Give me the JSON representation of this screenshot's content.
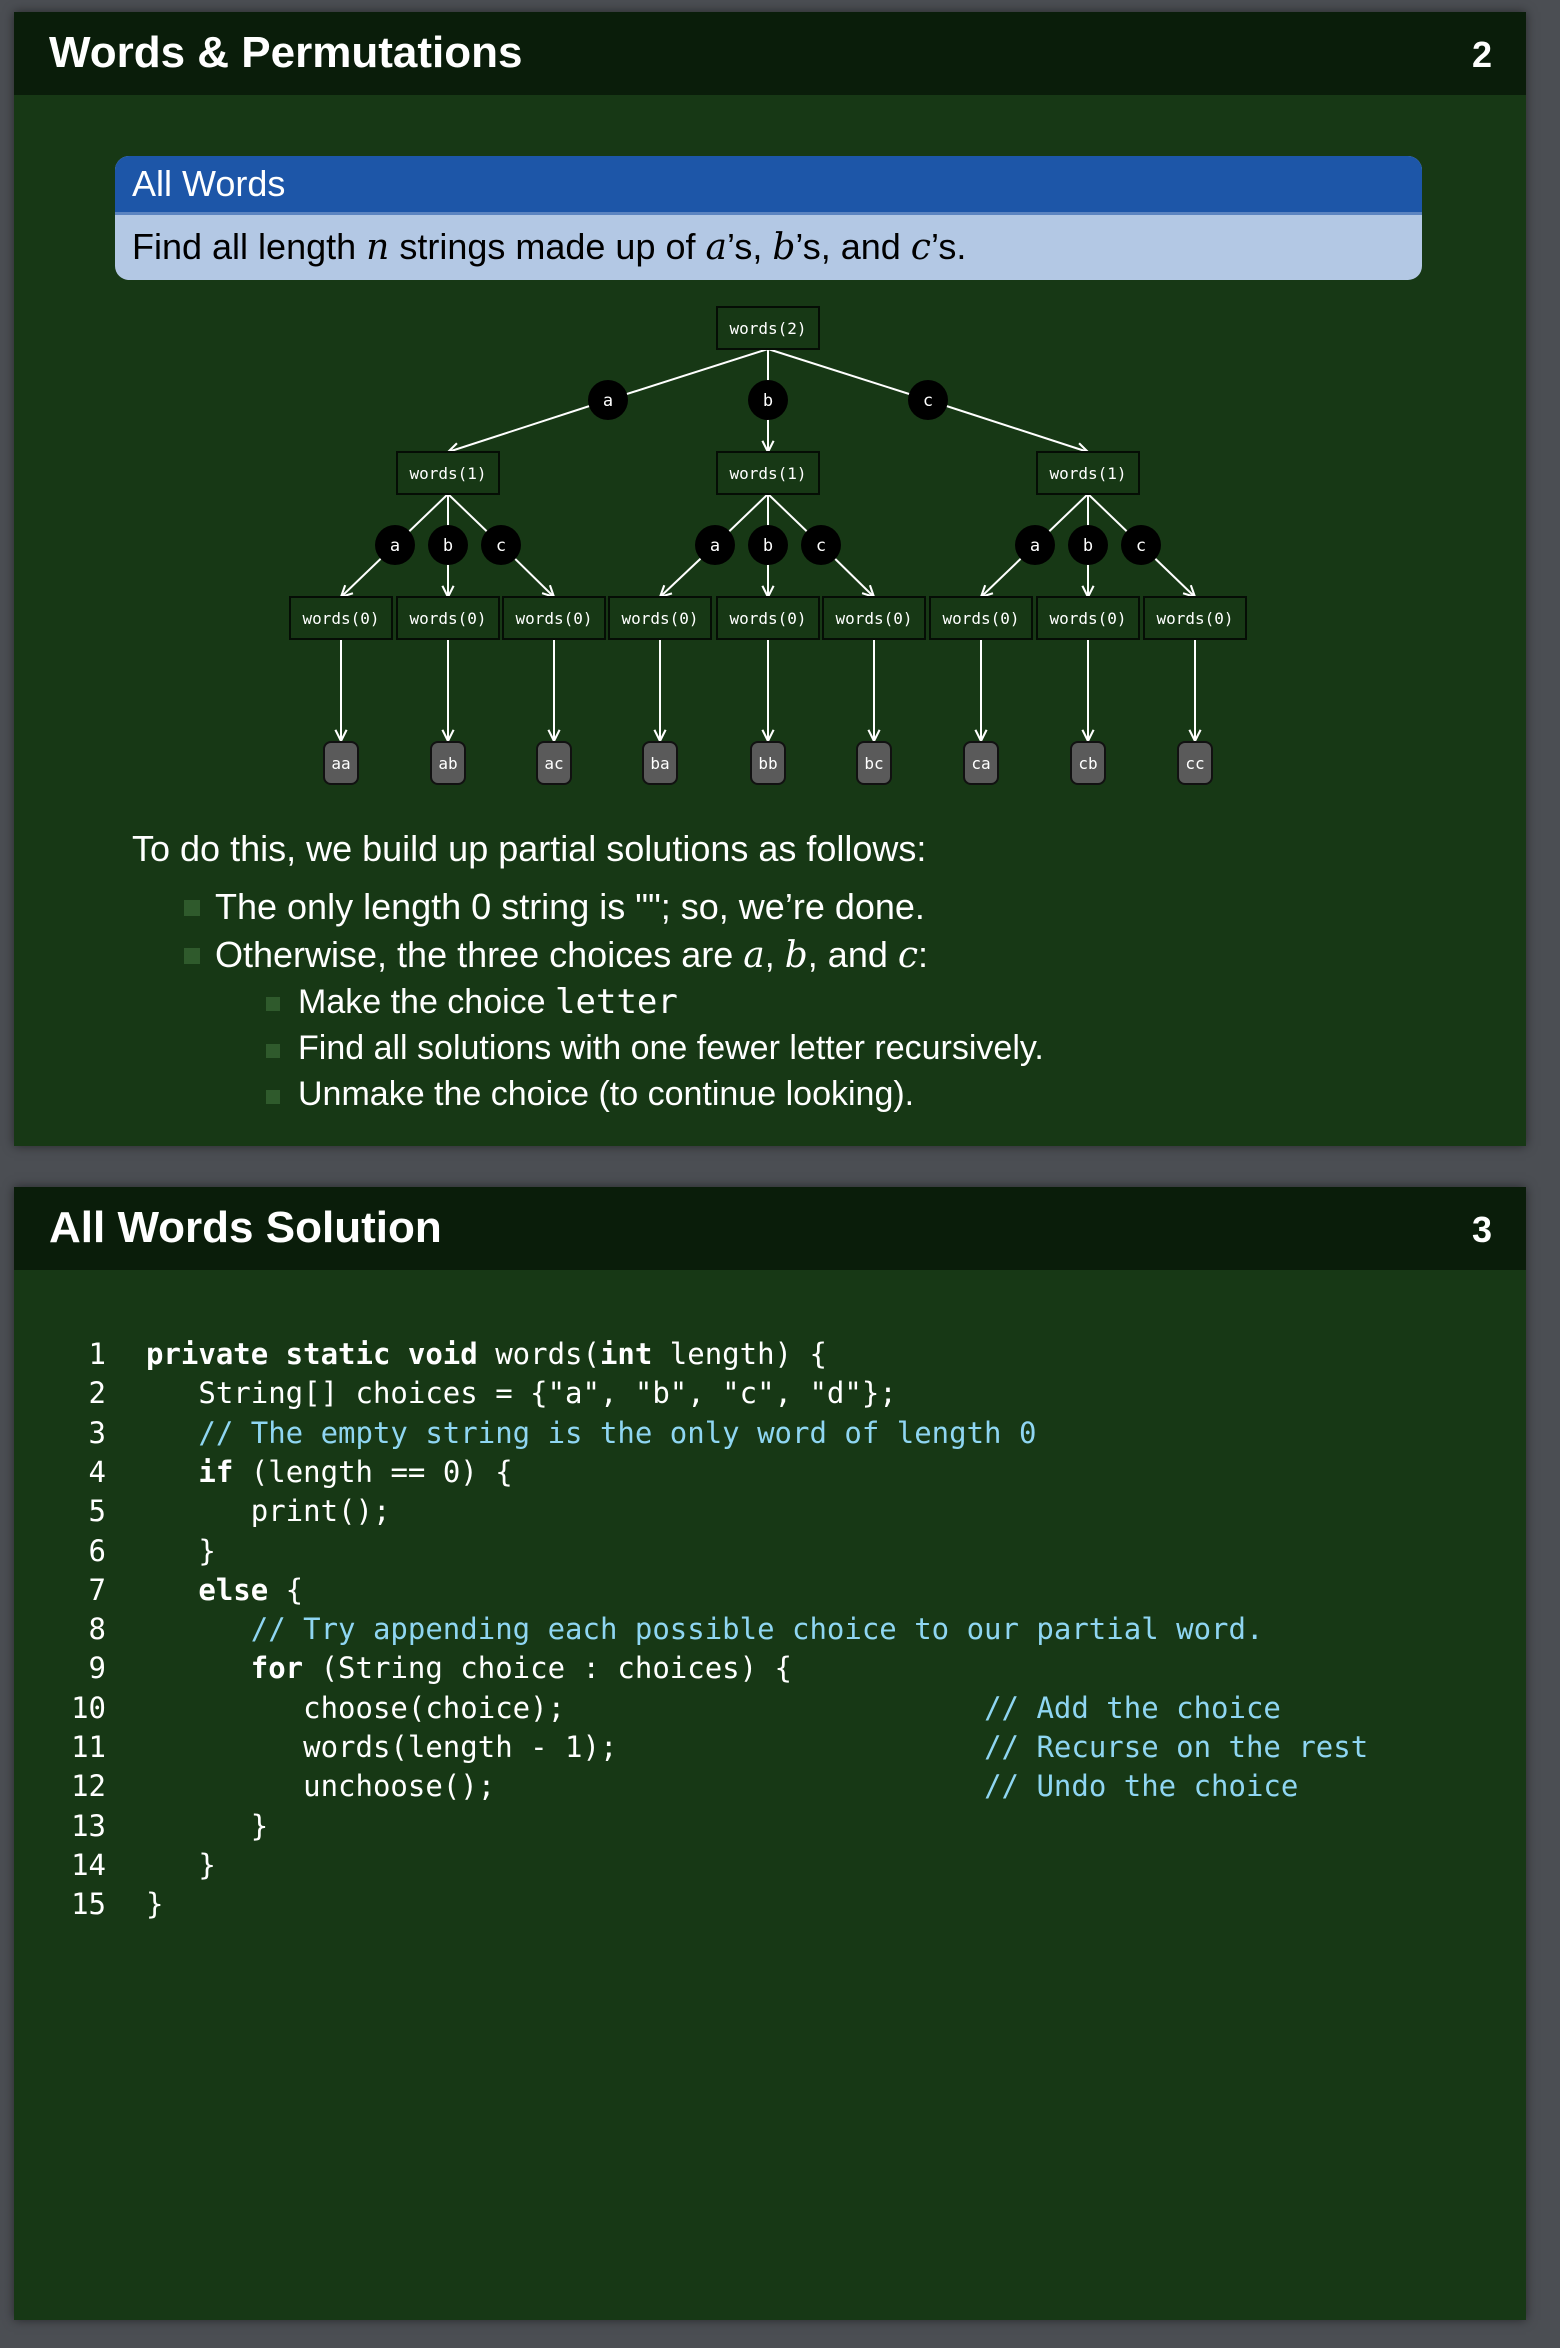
{
  "slide1": {
    "title": "Words & Permutations",
    "number": "2",
    "block": {
      "title": "All Words",
      "body": [
        [
          "t",
          "Find all length "
        ],
        [
          "m",
          "n"
        ],
        [
          "t",
          " strings made up of "
        ],
        [
          "m",
          "a"
        ],
        [
          "t",
          "’s, "
        ],
        [
          "m",
          "b"
        ],
        [
          "t",
          "’s, and "
        ],
        [
          "m",
          "c"
        ],
        [
          "t",
          "’s."
        ]
      ]
    },
    "tree": {
      "root": "words(2)",
      "level1_edges": [
        "a",
        "b",
        "c"
      ],
      "level1": [
        "words(1)",
        "words(1)",
        "words(1)"
      ],
      "level2_edges": [
        "a",
        "b",
        "c"
      ],
      "level2": [
        "words(0)",
        "words(0)",
        "words(0)",
        "words(0)",
        "words(0)",
        "words(0)",
        "words(0)",
        "words(0)",
        "words(0)"
      ],
      "leaves": [
        "aa",
        "ab",
        "ac",
        "ba",
        "bb",
        "bc",
        "ca",
        "cb",
        "cc"
      ]
    },
    "intro": "To do this, we build up partial solutions as follows:",
    "bullets": [
      [
        [
          "t",
          "The only length 0 string is \"\"; so, we’re done."
        ]
      ],
      [
        [
          "t",
          "Otherwise, the three choices are "
        ],
        [
          "m",
          "a"
        ],
        [
          "t",
          ", "
        ],
        [
          "m",
          "b"
        ],
        [
          "t",
          ", and "
        ],
        [
          "m",
          "c"
        ],
        [
          "t",
          ":"
        ]
      ]
    ],
    "subbullets": [
      [
        [
          "t",
          "Make the choice "
        ],
        [
          "c",
          "letter"
        ]
      ],
      [
        [
          "t",
          "Find all solutions with one fewer letter recursively."
        ]
      ],
      [
        [
          "t",
          "Unmake the choice (to continue looking)."
        ]
      ]
    ]
  },
  "slide2": {
    "title": "All Words Solution",
    "number": "3",
    "code": [
      [
        [
          "k",
          "private static void"
        ],
        [
          "n",
          " words("
        ],
        [
          "k",
          "int"
        ],
        [
          "n",
          " length) {"
        ]
      ],
      [
        [
          "n",
          "   String[] choices = {\"a\", \"b\", \"c\", \"d\"};"
        ]
      ],
      [
        [
          "c",
          "   // The empty string is the only word of length 0"
        ]
      ],
      [
        [
          "k",
          "   if"
        ],
        [
          "n",
          " (length == 0) {"
        ]
      ],
      [
        [
          "n",
          "      print();"
        ]
      ],
      [
        [
          "n",
          "   }"
        ]
      ],
      [
        [
          "k",
          "   else"
        ],
        [
          "n",
          " {"
        ]
      ],
      [
        [
          "c",
          "      // Try appending each possible choice to our partial word."
        ]
      ],
      [
        [
          "k",
          "      for"
        ],
        [
          "n",
          " (String choice : choices) {"
        ]
      ],
      [
        [
          "n",
          "         choose(choice);                        "
        ],
        [
          "c",
          "// Add the choice"
        ]
      ],
      [
        [
          "n",
          "         words(length - 1);                     "
        ],
        [
          "c",
          "// Recurse on the rest"
        ]
      ],
      [
        [
          "n",
          "         unchoose();                            "
        ],
        [
          "c",
          "// Undo the choice"
        ]
      ],
      [
        [
          "n",
          "      }"
        ]
      ],
      [
        [
          "n",
          "   }"
        ]
      ],
      [
        [
          "n",
          "}"
        ]
      ]
    ]
  }
}
